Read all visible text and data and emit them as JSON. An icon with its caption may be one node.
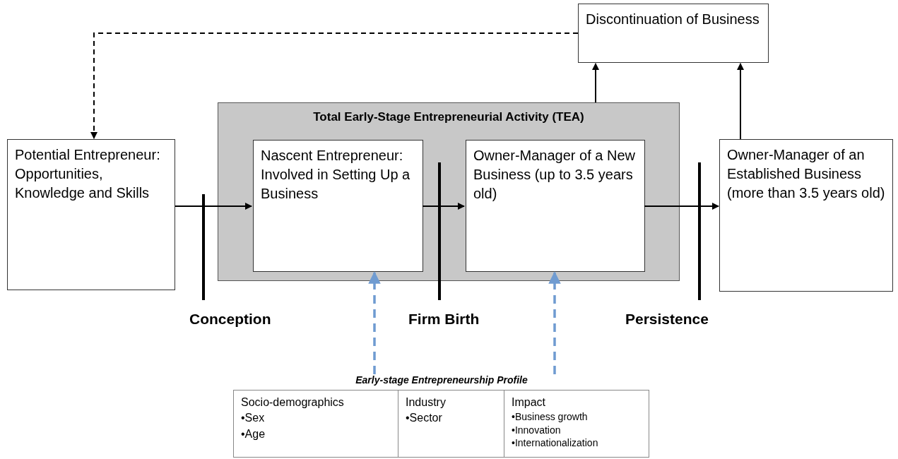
{
  "diagram": {
    "nodes": [
      {
        "text": [
          "Discontinuation of Business"
        ]
      },
      {
        "text": [
          "Potential Entrepreneur: Opportunities, Knowledge and Skills"
        ]
      },
      {
        "text": [
          "Total Early-Stage Entrepreneurial Activity (TEA)"
        ]
      },
      {
        "text": [
          "Nascent Entrepreneur: Involved in Setting Up a Business"
        ],
        "in": 2
      },
      {
        "text": [
          "Owner-Manager of a New Business (up to 3.5 years old)"
        ],
        "in": 2
      },
      {
        "text": [
          "Owner-Manager of an Established Business (more than 3.5 years old)"
        ]
      },
      {
        "text": [
          "Early-stage Entrepreneurship Profile"
        ]
      },
      {
        "text": [
          "Socio-demographics",
          "•Sex",
          "•Age"
        ],
        "in": 6
      },
      {
        "text": [
          "Industry",
          "•Sector"
        ],
        "in": 6
      },
      {
        "text": [
          "Impact",
          "•Business growth",
          "•Innovation",
          "•Internationalization"
        ],
        "in": 6
      }
    ],
    "edges": [
      {
        "from": 0,
        "to": 1,
        "arrow": "to",
        "style": "dashed"
      },
      {
        "from": 2,
        "to": 0,
        "arrow": "to"
      },
      {
        "from": 5,
        "to": 0,
        "arrow": "to"
      },
      {
        "from": 1,
        "to": 3,
        "arrow": "to"
      },
      {
        "from": 3,
        "to": 4,
        "arrow": "to"
      },
      {
        "from": 4,
        "to": 5,
        "arrow": "to"
      },
      {
        "from": 6,
        "to": 3,
        "arrow": "to",
        "style": "dashed",
        "color": "#6f9bd1"
      },
      {
        "from": 6,
        "to": 4,
        "arrow": "to",
        "style": "dashed",
        "color": "#6f9bd1"
      }
    ],
    "labels": [
      "Conception",
      "Firm Birth",
      "Persistence"
    ]
  }
}
